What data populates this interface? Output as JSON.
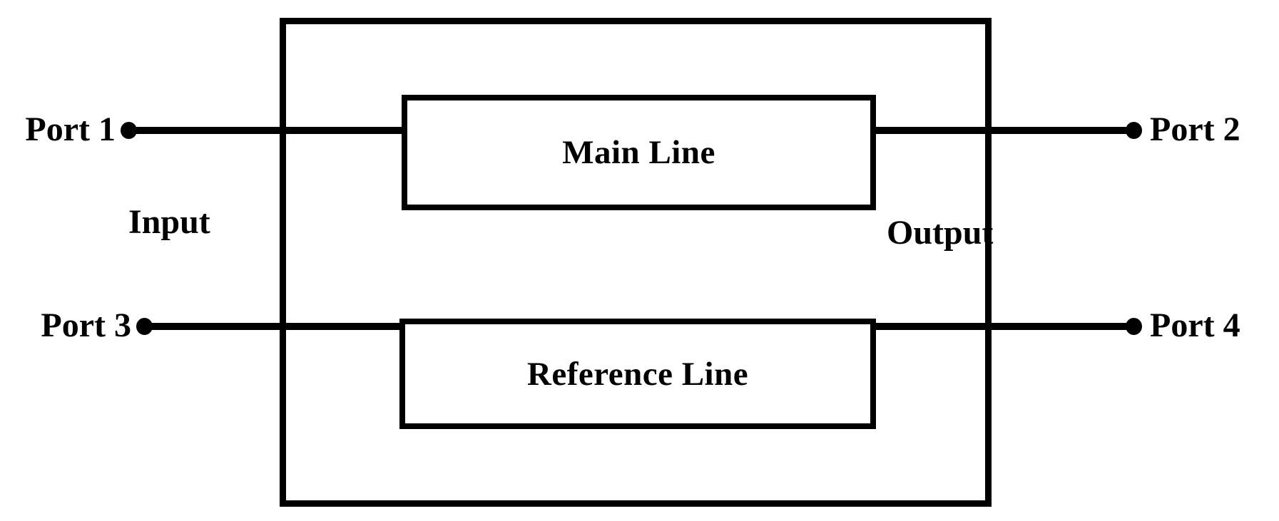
{
  "diagram": {
    "title": "Four-port network block diagram",
    "colors": {
      "stroke": "#000000",
      "background": "#ffffff",
      "text": "#000000"
    },
    "enclosure": {
      "name": "outer-enclosure",
      "label": ""
    },
    "blocks": [
      {
        "id": "main-line",
        "label": "Main Line"
      },
      {
        "id": "reference-line",
        "label": "Reference Line"
      }
    ],
    "ports": [
      {
        "id": "port-1",
        "label": "Port 1",
        "side": "left",
        "row": "top"
      },
      {
        "id": "port-2",
        "label": "Port 2",
        "side": "right",
        "row": "top"
      },
      {
        "id": "port-3",
        "label": "Port 3",
        "side": "left",
        "row": "bottom"
      },
      {
        "id": "port-4",
        "label": "Port 4",
        "side": "right",
        "row": "bottom"
      }
    ],
    "annotations": [
      {
        "id": "input",
        "label": "Input",
        "side": "left"
      },
      {
        "id": "output",
        "label": "Output",
        "side": "right"
      }
    ]
  }
}
